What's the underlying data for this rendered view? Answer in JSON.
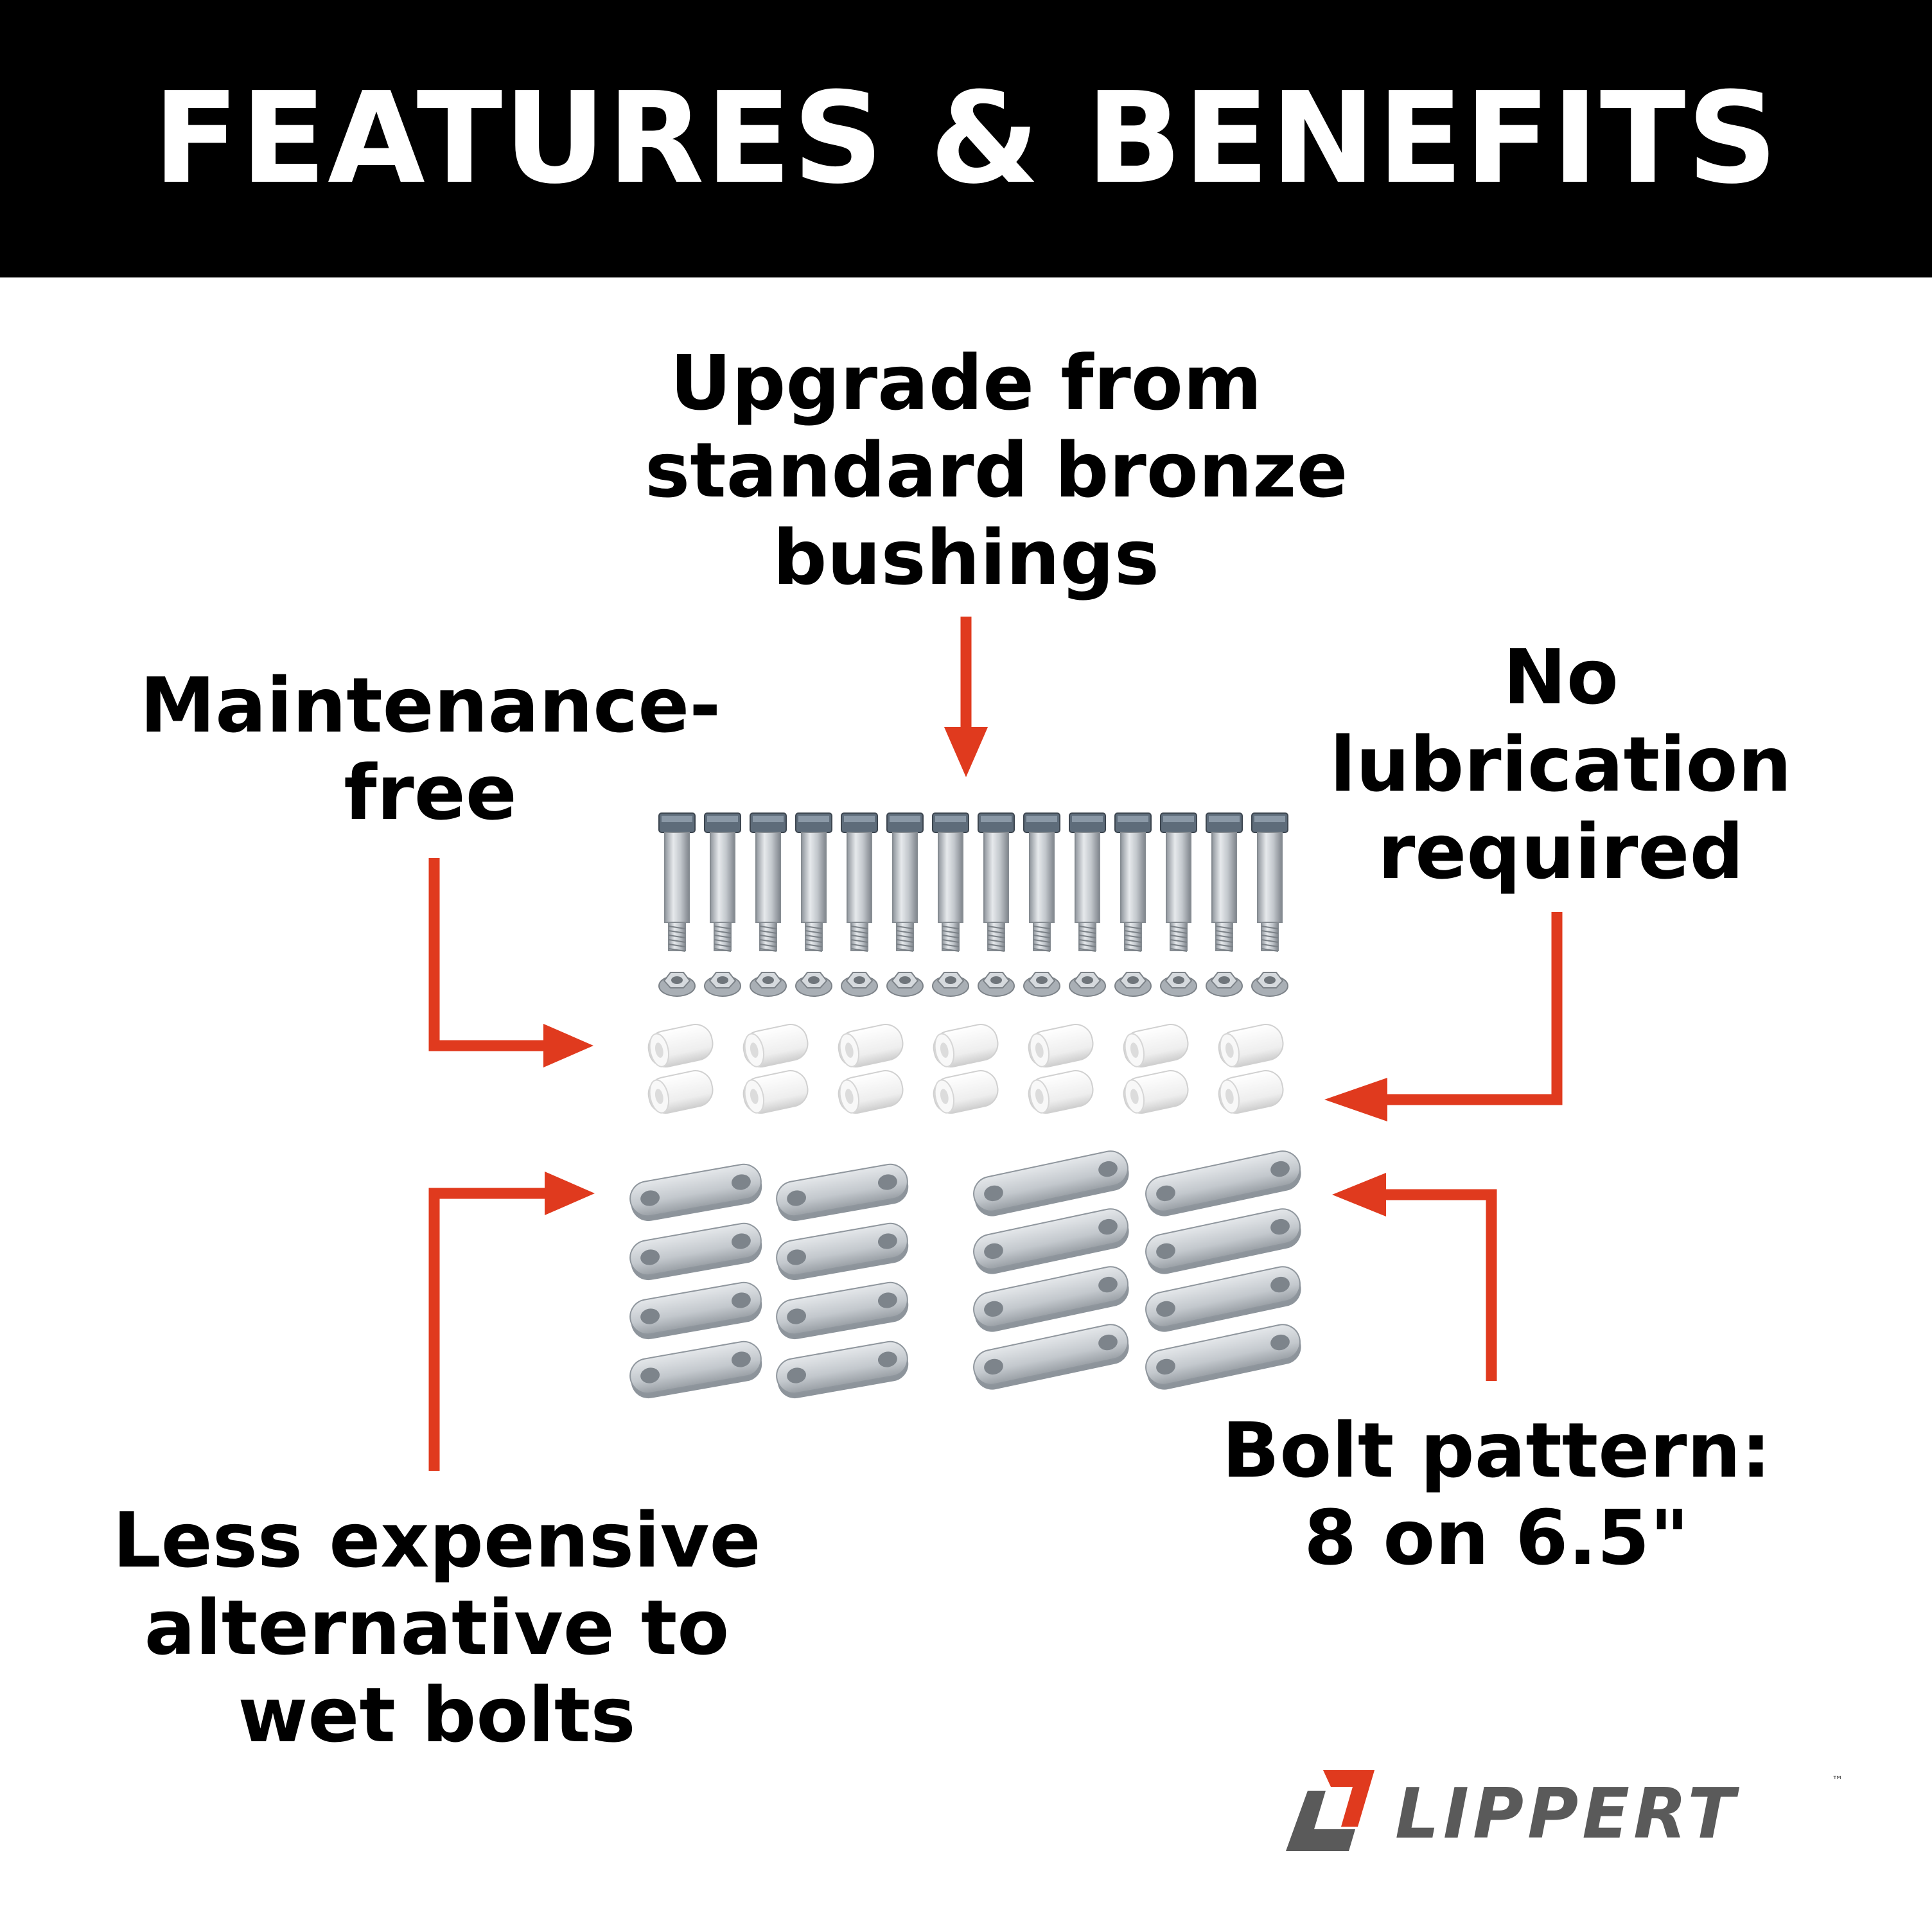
{
  "header": {
    "title": "FEATURES & BENEFITS"
  },
  "callouts": {
    "upgrade": {
      "lines": [
        "Upgrade from",
        "standard bronze",
        "bushings"
      ]
    },
    "maintenance": {
      "lines": [
        "Maintenance-",
        "free"
      ]
    },
    "lubrication": {
      "lines": [
        "No",
        "lubrication",
        "required"
      ]
    },
    "expensive": {
      "lines": [
        "Less expensive",
        "alternative to",
        "wet bolts"
      ]
    },
    "bolt_pattern": {
      "lines": [
        "Bolt pattern:",
        "8 on 6.5\""
      ]
    }
  },
  "logo": {
    "text": "LIPPERT",
    "trademark": "™"
  },
  "colors": {
    "header_bg": "#000000",
    "header_text": "#ffffff",
    "arrow": "#e03a1e",
    "metal": "#c9cdd2",
    "bushing": "#f2f2f2",
    "logo_red": "#e03a1e",
    "logo_gray": "#5a5a5a"
  },
  "parts": {
    "bolts": 14,
    "nuts": 14,
    "bushings": 14,
    "short_plates": 8,
    "long_plates": 8
  }
}
